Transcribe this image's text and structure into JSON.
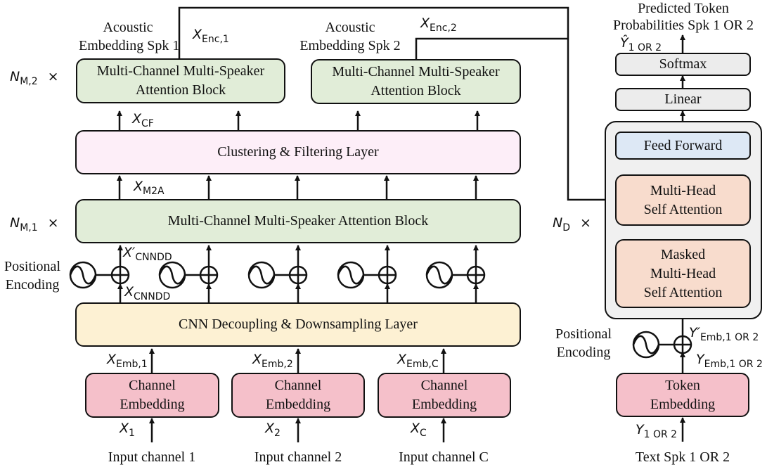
{
  "colors": {
    "attention_block": "#e1edd8",
    "clustering_layer": "#fdeef8",
    "cnn_layer": "#fdf1d3",
    "embedding": "#f5c0ca",
    "output_layers": "#ececec",
    "feed_forward": "#dde8f5",
    "self_attention": "#f8dccd",
    "decoder_container": "#f0f0f0"
  },
  "encoder": {
    "top_labels": {
      "acoustic_spk1": [
        "Acoustic",
        "Embedding Spk 1"
      ],
      "acoustic_spk2": [
        "Acoustic",
        "Embedding Spk 2"
      ],
      "x_enc_1": {
        "base": "X",
        "sub": "Enc,1"
      },
      "x_enc_2": {
        "base": "X",
        "sub": "Enc,2"
      }
    },
    "repeat_top": {
      "base": "N",
      "sub": "M,2",
      "times": "×"
    },
    "repeat_mid": {
      "base": "N",
      "sub": "M,1",
      "times": "×"
    },
    "attention_block_spk1": [
      "Multi-Channel Multi-Speaker",
      "Attention Block"
    ],
    "attention_block_spk2": [
      "Multi-Channel Multi-Speaker",
      "Attention Block"
    ],
    "x_cf": {
      "base": "X",
      "sub": "CF"
    },
    "clustering_layer": "Clustering & Filtering Layer",
    "x_m2a": {
      "base": "X",
      "sub": "M2A"
    },
    "attention_block_main": "Multi-Channel Multi-Speaker Attention Block",
    "x_prime_cnndd": {
      "base": "X",
      "prime": "′",
      "sub": "CNNDD"
    },
    "positional_encoding": [
      "Positional",
      "Encoding"
    ],
    "x_cnndd": {
      "base": "X",
      "sub": "CNNDD"
    },
    "cnn_layer": "CNN Decoupling & Downsampling Layer",
    "channels": [
      {
        "emb_label": {
          "base": "X",
          "sub": "Emb,1"
        },
        "box": [
          "Channel",
          "Embedding"
        ],
        "input_var": {
          "base": "X",
          "sub": "1"
        },
        "input_label": "Input channel 1"
      },
      {
        "emb_label": {
          "base": "X",
          "sub": "Emb,2"
        },
        "box": [
          "Channel",
          "Embedding"
        ],
        "input_var": {
          "base": "X",
          "sub": "2"
        },
        "input_label": "Input channel 2"
      },
      {
        "emb_label": {
          "base": "X",
          "sub": "Emb,C"
        },
        "box": [
          "Channel",
          "Embedding"
        ],
        "input_var": {
          "base": "X",
          "sub": "C"
        },
        "input_label": "Input channel C"
      }
    ]
  },
  "decoder": {
    "output_title": [
      "Predicted Token",
      "Probabilities Spk 1 OR 2"
    ],
    "y_hat": {
      "base": "Ŷ",
      "sub": "1 OR 2"
    },
    "softmax": "Softmax",
    "linear": "Linear",
    "feed_forward": "Feed Forward",
    "multi_head": [
      "Multi-Head",
      "Self Attention"
    ],
    "masked_multi_head": [
      "Masked",
      "Multi-Head",
      "Self Attention"
    ],
    "repeat": {
      "base": "N",
      "sub": "D",
      "times": "×"
    },
    "positional_encoding": [
      "Positional",
      "Encoding"
    ],
    "y_prime_emb": {
      "base": "Y",
      "prime": "′",
      "sub": "Emb,1 OR 2"
    },
    "y_emb": {
      "base": "Y",
      "sub": "Emb,1 OR 2"
    },
    "token_embedding": [
      "Token",
      "Embedding"
    ],
    "y_input": {
      "base": "Y",
      "sub": "1 OR 2"
    },
    "input_label": "Text Spk 1 OR 2"
  }
}
